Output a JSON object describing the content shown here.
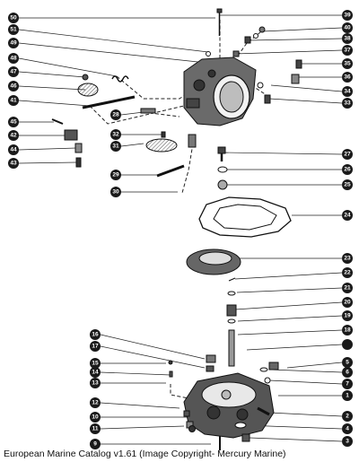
{
  "callouts": {
    "c50": "50",
    "c51": "51",
    "c49": "49",
    "c48": "48",
    "c47": "47",
    "c46": "46",
    "c41": "41",
    "c45": "45",
    "c42": "42",
    "c44": "44",
    "c43": "43",
    "c28": "28",
    "c32": "32",
    "c31": "31",
    "c29": "29",
    "c30": "30",
    "c39": "39",
    "c40": "40",
    "c38": "38",
    "c37": "37",
    "c35": "35",
    "c36": "36",
    "c34": "34",
    "c33": "33",
    "c27": "27",
    "c26": "26",
    "c25": "25",
    "c24": "24",
    "c23": "23",
    "c22": "22",
    "c21": "21",
    "c20": "20",
    "c19": "19",
    "c18": "18",
    "c16": "16",
    "c17": "17",
    "c15": "15",
    "c14": "14",
    "c13": "13",
    "c12": "12",
    "c10": "10",
    "c11": "11",
    "c9": "9",
    "c5": "5",
    "c6": "6",
    "c7": "7",
    "c1": "1",
    "c2": "2",
    "c4": "4",
    "c3": "3"
  },
  "caption": "European Marine Catalog v1.61 (Image Copyright- Mercury Marine)"
}
